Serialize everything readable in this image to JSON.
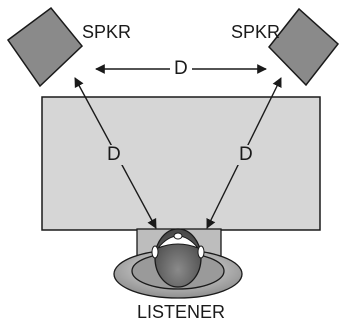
{
  "labels": {
    "speaker_left": "SPKR",
    "speaker_right": "SPKR",
    "distance_top": "D",
    "distance_left": "D",
    "distance_right": "D",
    "listener": "LISTENER"
  },
  "colors": {
    "outline": "#1a1a1a",
    "speaker_fill": "#8a8a8a",
    "table_fill": "#d6d6d6",
    "chair_fill": "#bdbdbd",
    "head_dark": "#6e6e6e",
    "ellipse_fill": "#a8a8a8"
  }
}
